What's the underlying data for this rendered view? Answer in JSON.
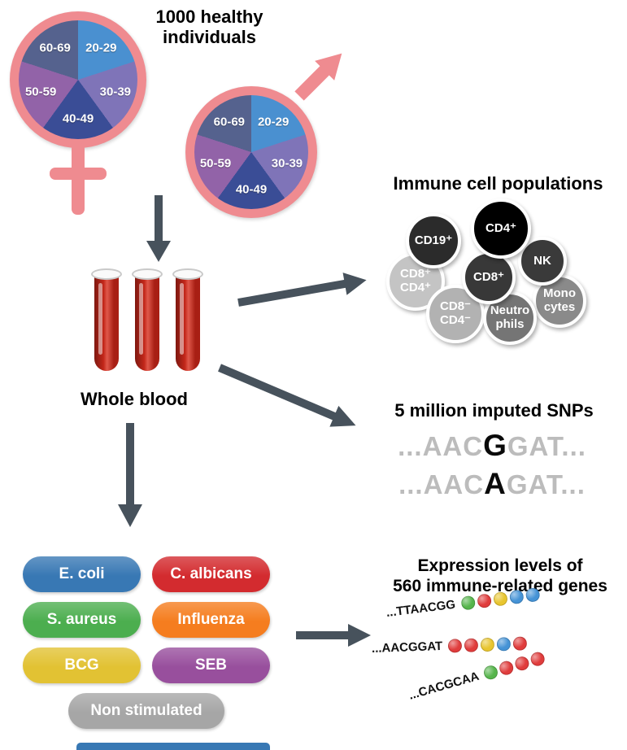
{
  "header": {
    "title_line1": "1000 healthy",
    "title_line2": "individuals"
  },
  "demographics": {
    "symbol_color": "#ef8b90",
    "age_groups": [
      {
        "label": "20-29",
        "color": "#4a90d0"
      },
      {
        "label": "30-39",
        "color": "#7f74b8"
      },
      {
        "label": "40-49",
        "color": "#3a4d96"
      },
      {
        "label": "50-59",
        "color": "#9263a8"
      },
      {
        "label": "60-69",
        "color": "#55628e"
      }
    ]
  },
  "blood": {
    "label": "Whole blood"
  },
  "immune_cells": {
    "title": "Immune cell populations",
    "cells": [
      {
        "id": "cd19",
        "lines": [
          "CD19⁺"
        ],
        "color": "#2b2b2b"
      },
      {
        "id": "cd4",
        "lines": [
          "CD4⁺"
        ],
        "color": "#000000"
      },
      {
        "id": "nk",
        "lines": [
          "NK"
        ],
        "color": "#3a3a3a"
      },
      {
        "id": "cd8",
        "lines": [
          "CD8⁺"
        ],
        "color": "#383838"
      },
      {
        "id": "cd8pos-cd4pos",
        "lines": [
          "CD8⁺",
          "CD4⁺"
        ],
        "color": "#c4c4c4"
      },
      {
        "id": "monocytes",
        "lines": [
          "Mono",
          "cytes"
        ],
        "color": "#8a8a8a"
      },
      {
        "id": "cd8neg-cd4neg",
        "lines": [
          "CD8⁻",
          "CD4⁻"
        ],
        "color": "#b2b2b2"
      },
      {
        "id": "neutrophils",
        "lines": [
          "Neutro",
          "phils"
        ],
        "color": "#757575"
      }
    ]
  },
  "snps": {
    "title": "5 million imputed SNPs",
    "rows": [
      {
        "pre": "...AAC",
        "variant": "G",
        "post": "GAT..."
      },
      {
        "pre": "...AAC",
        "variant": "A",
        "post": "GAT..."
      }
    ]
  },
  "stimuli": {
    "items": [
      {
        "label": "E. coli",
        "color": "#3878b4"
      },
      {
        "label": "C. albicans",
        "color": "#d32b2f"
      },
      {
        "label": "S. aureus",
        "color": "#4cae4f"
      },
      {
        "label": "Influenza",
        "color": "#f57d1f"
      },
      {
        "label": "BCG",
        "color": "#e2c233"
      },
      {
        "label": "SEB",
        "color": "#984f9d"
      },
      {
        "label": "Non stimulated",
        "color": "#a6a6a6"
      }
    ]
  },
  "expression": {
    "title_line1": "Expression levels of",
    "title_line2": "560 immune-related genes",
    "dot_colors": {
      "green": "#56b54c",
      "red": "#e03c3c",
      "yellow": "#e8c52f",
      "blue": "#4593d6"
    },
    "rows": [
      {
        "sequence": "...TTAACGG",
        "dots": [
          "green",
          "red",
          "yellow",
          "blue",
          "blue"
        ]
      },
      {
        "sequence": "...AACGGAT",
        "dots": [
          "red",
          "red",
          "yellow",
          "blue",
          "red"
        ]
      },
      {
        "sequence": "...CACGCAA",
        "dots": [
          "green",
          "red",
          "red",
          "red"
        ]
      }
    ]
  },
  "arrow_color": "#47525c"
}
